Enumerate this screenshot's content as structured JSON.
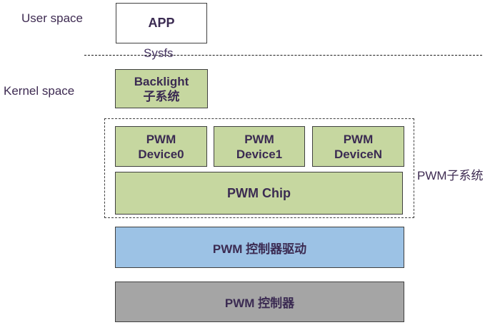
{
  "diagram": {
    "user_space_label": "User space",
    "kernel_space_label": "Kernel space",
    "sysfs_label": "Sysfs",
    "pwm_subsystem_label": "PWM子系统",
    "app_box": "APP",
    "backlight_box": {
      "line1": "Backlight",
      "line2": "子系统"
    },
    "pwm_devices": [
      {
        "line1": "PWM",
        "line2": "Device0"
      },
      {
        "line1": "PWM",
        "line2": "Device1"
      },
      {
        "line1": "PWM",
        "line2": "DeviceN"
      }
    ],
    "pwm_chip_box": "PWM Chip",
    "pwm_driver_box": "PWM 控制器驱动",
    "pwm_controller_box": "PWM 控制器"
  },
  "colors": {
    "text_purple": "#3e2b52",
    "box_green": "#c6d7a0",
    "box_blue": "#9cc2e5",
    "box_gray": "#a5a5a5",
    "box_border": "#404040",
    "background": "#ffffff"
  }
}
